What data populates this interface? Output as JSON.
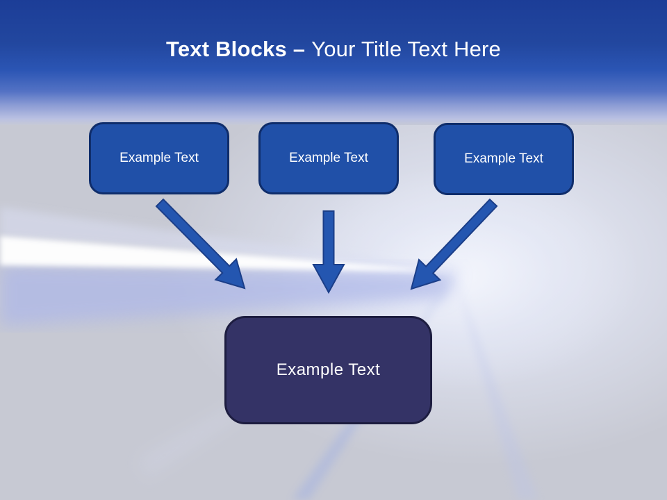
{
  "slide": {
    "title": {
      "bold": "Text Blocks –",
      "regular": "Your Title Text Here"
    },
    "blocks": [
      {
        "id": "block-1",
        "label": "Example Text"
      },
      {
        "id": "block-2",
        "label": "Example Text"
      },
      {
        "id": "block-3",
        "label": "Example Text"
      }
    ],
    "result_block": {
      "label": "Example Text"
    },
    "connectors": [
      {
        "from": "block-1",
        "to": "result-block",
        "direction": "down-right"
      },
      {
        "from": "block-2",
        "to": "result-block",
        "direction": "down"
      },
      {
        "from": "block-3",
        "to": "result-block",
        "direction": "down-left"
      }
    ],
    "colors": {
      "header_top": "#1c3d97",
      "header_mid": "#2b55b4",
      "block_fill": "#2050a8",
      "block_border": "#0f2d6b",
      "result_fill": "#343366",
      "result_border": "#1d1d40",
      "arrow_fill": "#2456b0",
      "arrow_border": "#1b3e88",
      "title_text": "#ffffff",
      "background": "#c7c9d3"
    }
  }
}
